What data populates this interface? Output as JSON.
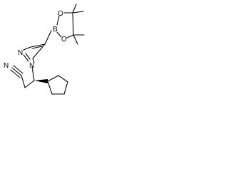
{
  "atoms": {
    "boron": "B",
    "oxygen_top": "O",
    "oxygen_bottom": "O",
    "nitrogen_1": "N",
    "nitrogen_2": "N",
    "nitrile_nitrogen": "N"
  },
  "colors": {
    "bond": "#000000",
    "background": "#ffffff"
  }
}
